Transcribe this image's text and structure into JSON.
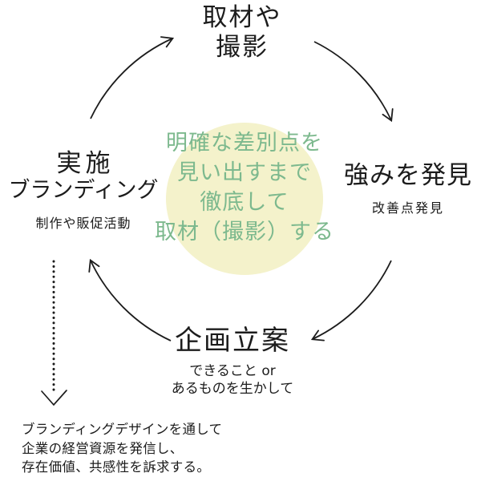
{
  "palette": {
    "ink": "#1c1c1c",
    "circle_fill": "#f4f2cb",
    "accent_green": "#7db98e"
  },
  "cycle": {
    "top": {
      "title_line1": "取材や",
      "title_line2": "撮影"
    },
    "right": {
      "title": "強みを発見",
      "subtitle": "改善点発見"
    },
    "bottom": {
      "title": "企画立案",
      "subtitle_line1": "できること or",
      "subtitle_line2": "あるものを生かして"
    },
    "left": {
      "title": "実施",
      "title_line2": "ブランディング",
      "subtitle": "制作や販促活動"
    }
  },
  "center_note": {
    "line1": "明確な差別点を",
    "line2": "見い出すまで",
    "line3": "徹底して",
    "line4": "取材（撮影）する"
  },
  "outcome": {
    "line1": "ブランディングデザインを通して",
    "line2": "企業の経営資源を発信し、",
    "line3": "存在価値、共感性を訴求する。"
  }
}
